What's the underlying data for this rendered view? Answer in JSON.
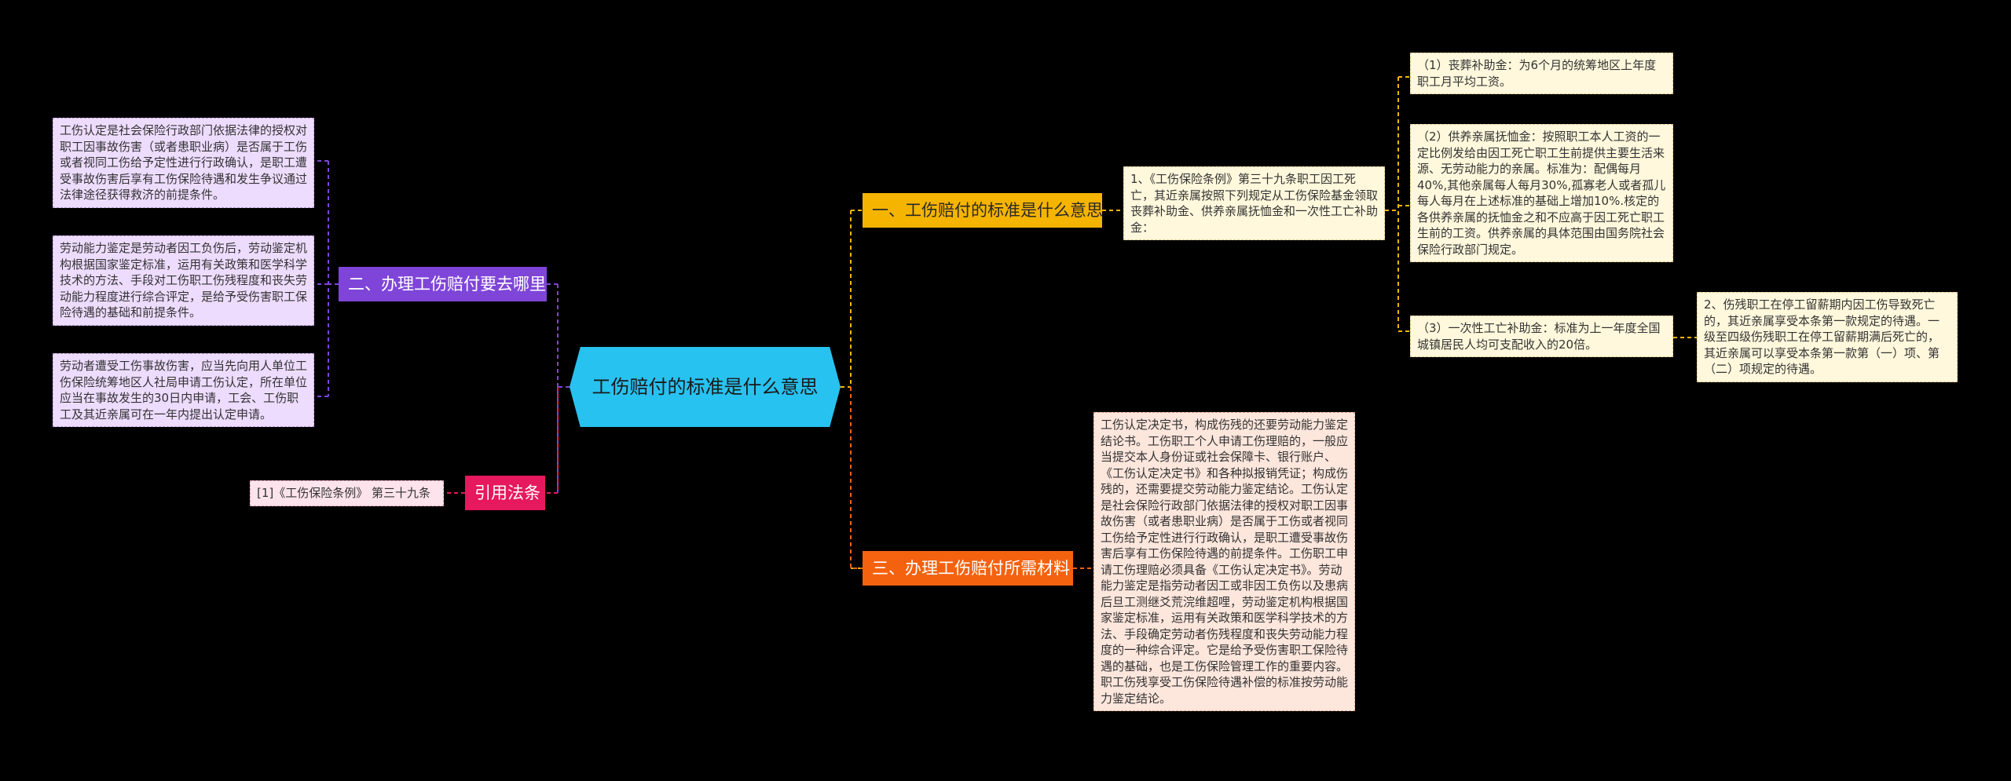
{
  "root": {
    "label": "工伤赔付的标准是什么意思"
  },
  "branches": {
    "b1": {
      "label": "一、工伤赔付的标准是什么意思",
      "summary": "1、《工伤保险条例》第三十九条职工因工死亡，其近亲属按照下列规定从工伤保险基金领取丧葬补助金、供养亲属抚恤金和一次性工亡补助金：",
      "items": [
        "（1）丧葬补助金：为6个月的统筹地区上年度职工月平均工资。",
        "（2）供养亲属抚恤金：按照职工本人工资的一定比例发给由因工死亡职工生前提供主要生活来源、无劳动能力的亲属。标准为：配偶每月40%,其他亲属每人每月30%,孤寡老人或者孤儿每人每月在上述标准的基础上增加10%.核定的各供养亲属的抚恤金之和不应高于因工死亡职工生前的工资。供养亲属的具体范围由国务院社会保险行政部门规定。",
        "（3）一次性工亡补助金：标准为上一年度全国城镇居民人均可支配收入的20倍。"
      ],
      "note": "2、伤残职工在停工留薪期内因工伤导致死亡的，其近亲属享受本条第一款规定的待遇。一级至四级伤残职工在停工留薪期满后死亡的，其近亲属可以享受本条第一款第（一）项、第（二）项规定的待遇。"
    },
    "b2": {
      "label": "二、办理工伤赔付要去哪里",
      "items": [
        "工伤认定是社会保险行政部门依据法律的授权对职工因事故伤害（或者患职业病）是否属于工伤或者视同工伤给予定性进行行政确认，是职工遭受事故伤害后享有工伤保险待遇和发生争议通过法律途径获得救济的前提条件。",
        "劳动能力鉴定是劳动者因工负伤后，劳动鉴定机构根据国家鉴定标准，运用有关政策和医学科学技术的方法、手段对工伤职工伤残程度和丧失劳动能力程度进行综合评定，是给予受伤害职工保险待遇的基础和前提条件。",
        "劳动者遭受工伤事故伤害，应当先向用人单位工伤保险统筹地区人社局申请工伤认定，所在单位应当在事故发生的30日内申请，工会、工伤职工及其近亲属可在一年内提出认定申请。"
      ]
    },
    "b3": {
      "label": "三、办理工伤赔付所需材料",
      "text": "工伤认定决定书，构成伤残的还要劳动能力鉴定结论书。工伤职工个人申请工伤理赔的，一般应当提交本人身份证或社会保障卡、银行账户、《工伤认定决定书》和各种拟报销凭证；构成伤残的，还需要提交劳动能力鉴定结论。工伤认定是社会保险行政部门依据法律的授权对职工因事故伤害（或者患职业病）是否属于工伤或者视同工伤给予定性进行行政确认，是职工遭受事故伤害后享有工伤保险待遇的前提条件。工伤职工申请工伤理赔必须具备《工伤认定决定书》。劳动能力鉴定是指劳动者因工或非因工负伤以及患病后旦工测继爻荒浣维超哩，劳动鉴定机构根据国家鉴定标准，运用有关政策和医学科学技术的方法、手段确定劳动者伤残程度和丧失劳动能力程度的一种综合评定。它是给予受伤害职工保险待遇的基础，也是工伤保险管理工作的重要内容。职工伤残享受工伤保险待遇补偿的标准按劳动能力鉴定结论。"
    },
    "b4": {
      "label": "引用法条",
      "item": "[1]《工伤保险条例》 第三十九条"
    }
  },
  "colors": {
    "background": "#000000",
    "root": "#28c2f0",
    "branch1": "#f5b400",
    "branch2": "#7f45d9",
    "branch3": "#f5620f",
    "branch4": "#e6185e"
  }
}
